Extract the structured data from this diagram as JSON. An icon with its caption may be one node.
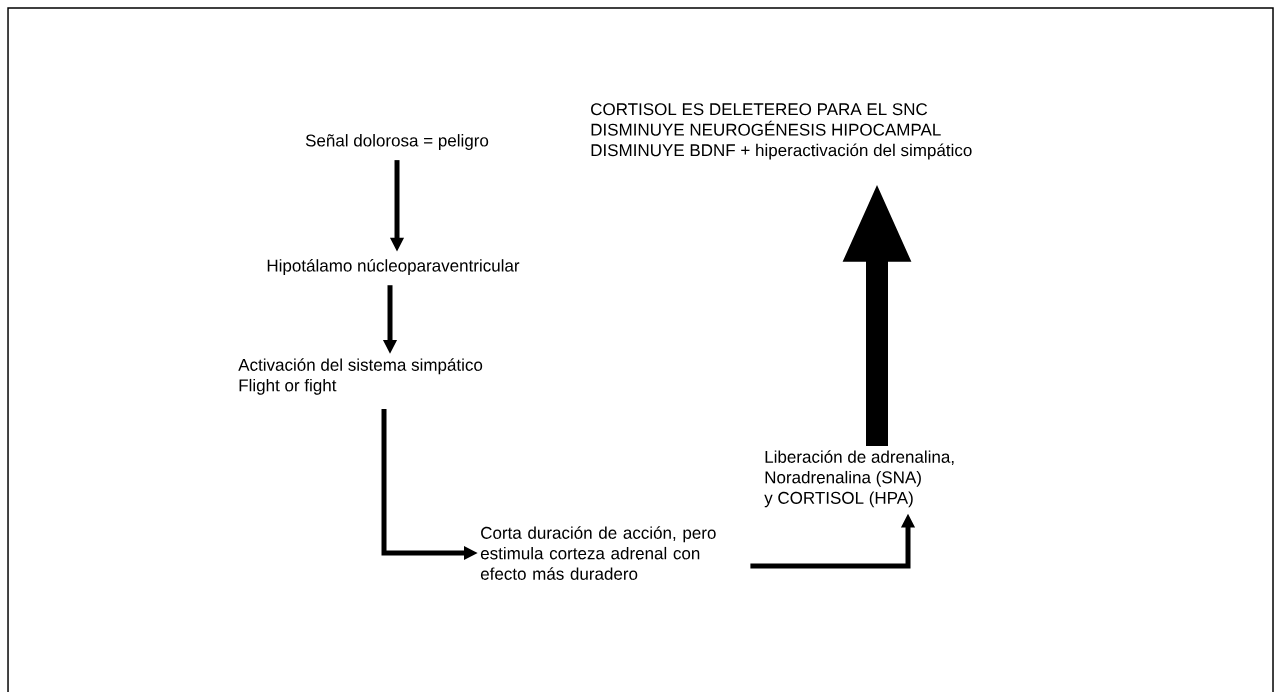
{
  "diagram": {
    "nodes": [
      {
        "text": [
          "Señal dolorosa = peligro"
        ]
      },
      {
        "text": [
          "Hipotálamo núcleoparaventricular"
        ]
      },
      {
        "text": [
          "Activación del sistema simpático",
          "Flight or fight"
        ]
      },
      {
        "text": [
          "Corta duración de acción, pero estimula corteza adrenal con efecto más duradero"
        ]
      },
      {
        "text": [
          "Liberación de adrenalina,",
          "Noradrenalina (SNA)",
          "y CORTISOL (HPA)"
        ]
      },
      {
        "text": [
          "CORTISOL ES DELETEREO PARA EL SNC",
          "DISMINUYE NEUROGÉNESIS HIPOCAMPAL",
          "DISMINUYE BDNF + hiperactivación del simpático"
        ]
      }
    ],
    "edges": [
      {
        "from": 0,
        "to": 1,
        "arrow": "to"
      },
      {
        "from": 1,
        "to": 2,
        "arrow": "to"
      },
      {
        "from": 2,
        "to": 3,
        "arrow": "to"
      },
      {
        "from": 3,
        "to": 4,
        "arrow": "to"
      },
      {
        "from": 4,
        "to": 5,
        "arrow": "to",
        "style": "thick"
      }
    ]
  }
}
